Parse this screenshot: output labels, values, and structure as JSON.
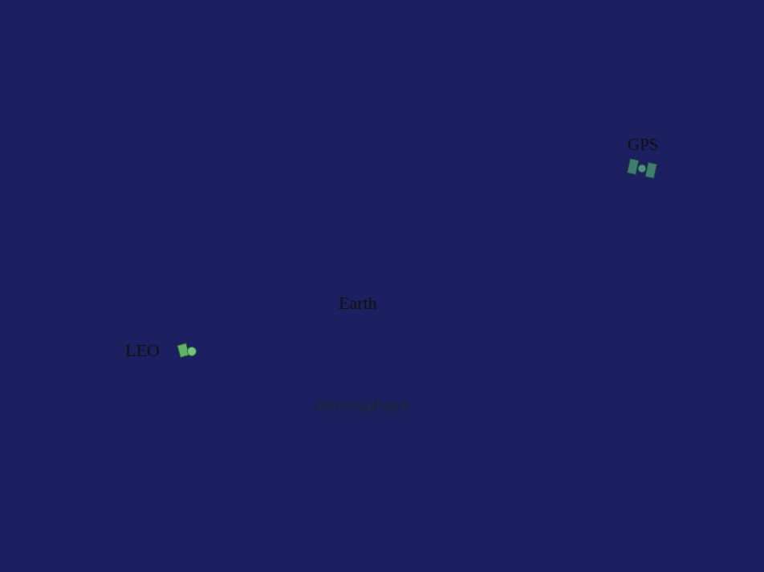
{
  "diagram": {
    "nodes": [
      {
        "text": [
          "Atmosphere"
        ]
      },
      {
        "text": [
          "Earth"
        ],
        "in": 0
      },
      {
        "text": [
          "LEO"
        ]
      },
      {
        "text": [
          "GPS"
        ]
      }
    ],
    "edges": [
      {
        "from": 2,
        "to": 3,
        "arrow": "none"
      }
    ]
  }
}
